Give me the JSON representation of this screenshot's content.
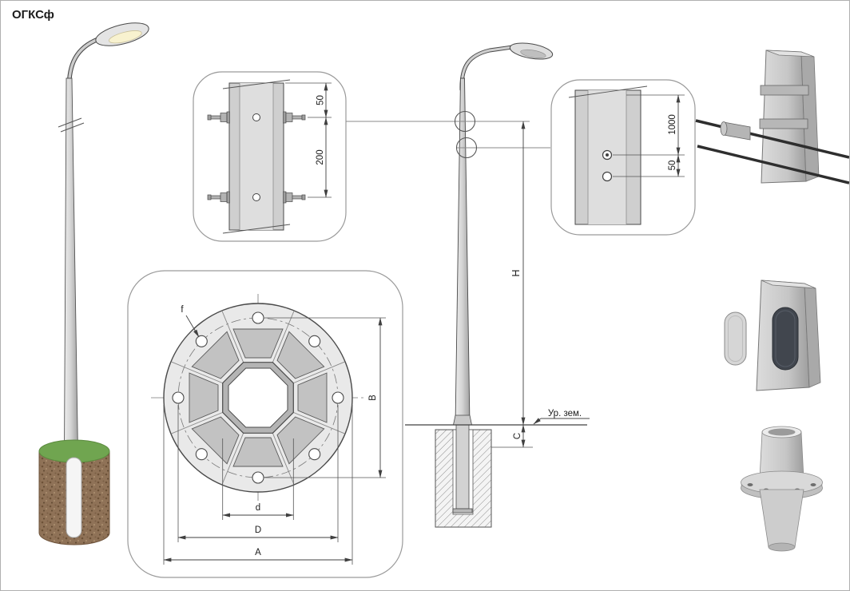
{
  "title": "ОГКСф",
  "callout_bolt_detail": {
    "dim_top": "50",
    "dim_span": "200"
  },
  "callout_hole_detail": {
    "dim_top": "1000",
    "dim_bottom": "50"
  },
  "flange_detail": {
    "hole_label": "f",
    "dim_bolt_circle_vertical": "B",
    "dim_octagon": "d",
    "dim_bolt_circle": "D",
    "dim_outer": "A"
  },
  "elevation": {
    "dim_height": "H",
    "dim_embed": "C",
    "ground_label": "Ур. зем."
  },
  "colors": {
    "line": "#404040",
    "callout_border": "#9a9a9a",
    "metal": "#d6d6d6",
    "grass": "#70a550",
    "soil": "#8f7257",
    "dark_fitting": "#41464e"
  }
}
